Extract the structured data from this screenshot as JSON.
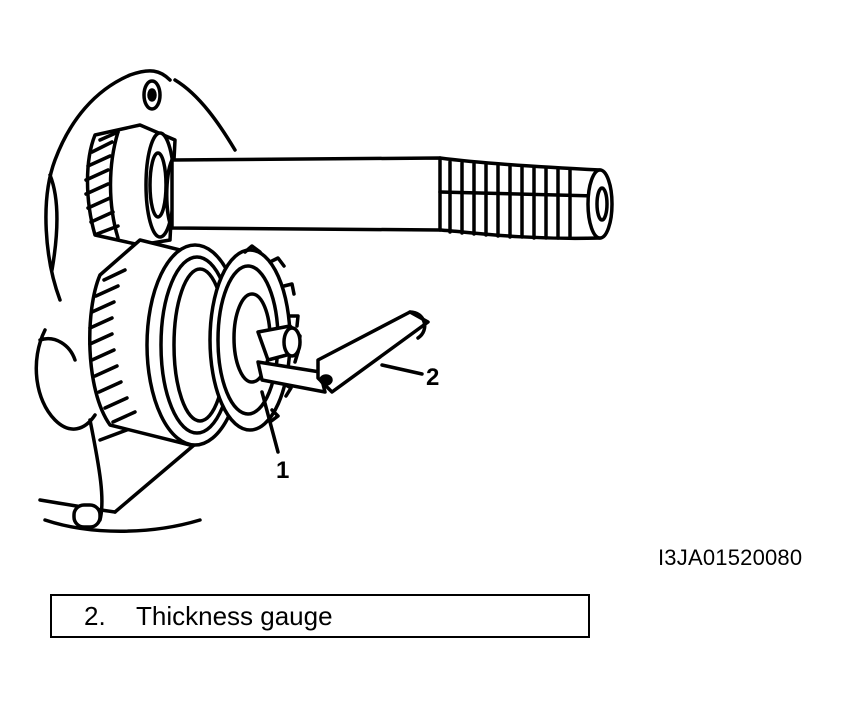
{
  "callouts": [
    {
      "id": "1",
      "label": "1"
    },
    {
      "id": "2",
      "label": "2"
    }
  ],
  "figure_code": "I3JA01520080",
  "legend": [
    {
      "number": "2.",
      "text": "Thickness gauge"
    }
  ]
}
